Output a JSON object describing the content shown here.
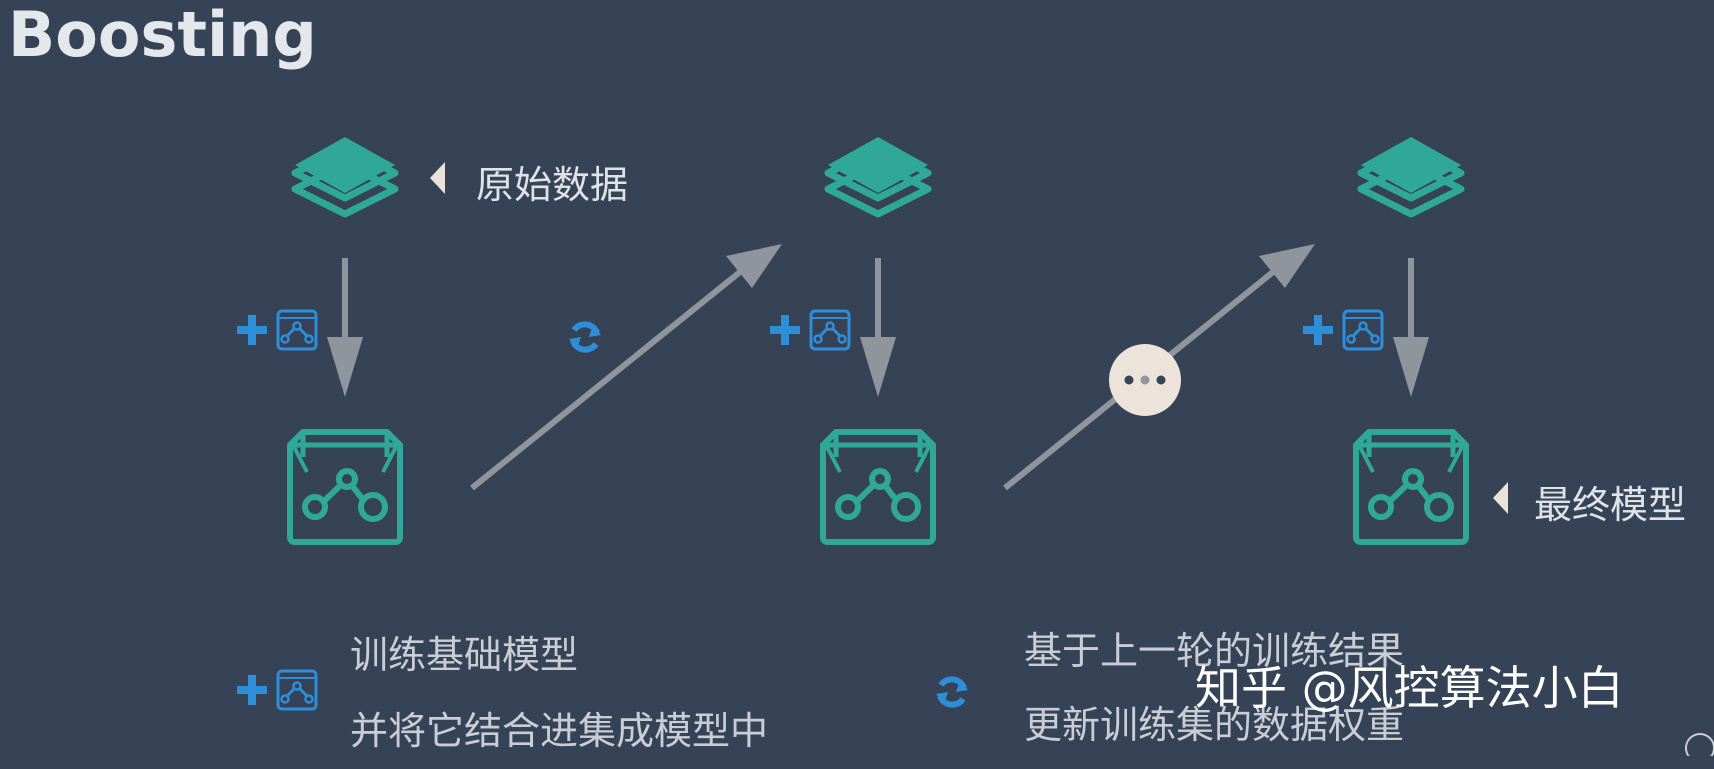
{
  "title": "Boosting",
  "labels": {
    "raw_data": "原始数据",
    "final_model": "最终模型"
  },
  "legend": {
    "train_line1": "训练基础模型",
    "train_line2": "并将它结合进集成模型中",
    "update_line1": "基于上一轮的训练结果",
    "update_line2": "更新训练集的数据权重"
  },
  "watermark": "知乎 @风控算法小白",
  "icons": {
    "data_stack": "layers-icon",
    "model": "model-box-icon",
    "add_model": "plus-model-icon",
    "update": "refresh-icon",
    "ellipsis": "ellipsis-icon",
    "pointer": "triangle-left-icon"
  },
  "colors": {
    "background": "#364356",
    "teal": "#2fa89a",
    "blue": "#2f8ed8",
    "arrow": "#8f959d",
    "text": "#dfe3e8"
  }
}
